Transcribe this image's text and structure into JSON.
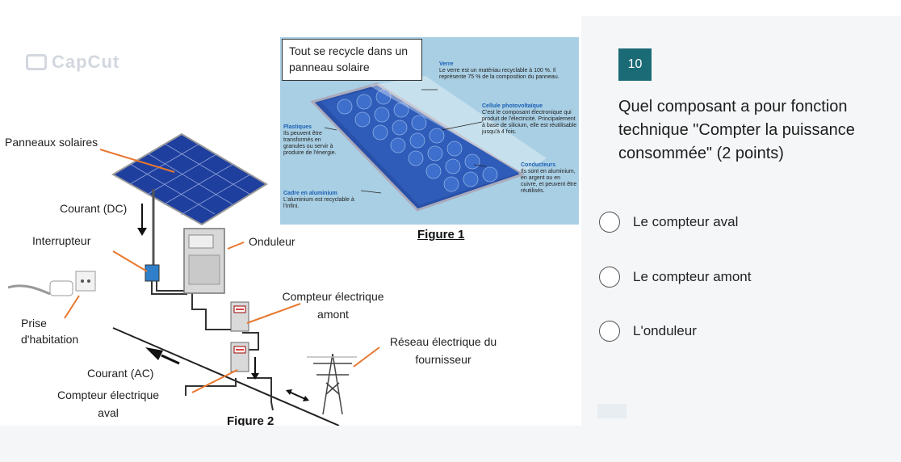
{
  "watermark": "CapCut",
  "figure1": {
    "title": "Tout se recycle dans un panneau solaire",
    "caption": "Figure 1",
    "verre": {
      "title": "Verre",
      "text": "Le verre est un matériau recyclable à 100 %. Il représente 75 % de la composition du panneau."
    },
    "cellule": {
      "title": "Cellule photovoltaïque",
      "text": "C'est le composant électronique qui produit de l'électricité. Principalement à base de silicium, elle est réutilisable jusqu'à 4 fois."
    },
    "plastiques": {
      "title": "Plastiques",
      "text": "Ils peuvent être transformés en granules ou servir à produire de l'énergie."
    },
    "conducteurs": {
      "title": "Conducteurs",
      "text": "Ils sont en aluminium, en argent ou en cuivre, et peuvent être réutilisés."
    },
    "cadre": {
      "title": "Cadre en aluminium",
      "text": "L'aluminium est recyclable à l'infini."
    }
  },
  "figure2": {
    "caption": "Figure 2",
    "labels": {
      "panneaux": "Panneaux solaires",
      "courant_dc": "Courant (DC)",
      "interrupteur": "Interrupteur",
      "onduleur": "Onduleur",
      "prise_line1": "Prise",
      "prise_line2": "d'habitation",
      "compteur_amont_line1": "Compteur électrique",
      "compteur_amont_line2": "amont",
      "reseau_line1": "Réseau électrique du",
      "reseau_line2": "fournisseur",
      "courant_ac": "Courant (AC)",
      "compteur_aval_line1": "Compteur électrique",
      "compteur_aval_line2": "aval"
    }
  },
  "quiz": {
    "number": "10",
    "question": "Quel composant a pour fonction technique \"Compter la puissance consommée\" (2 points)",
    "options": [
      {
        "label": "Le compteur aval"
      },
      {
        "label": "Le compteur amont"
      },
      {
        "label": "L'onduleur"
      }
    ]
  },
  "colors": {
    "accent": "#1b6b76",
    "leader_line": "#e8772e",
    "panel_blue": "#1f3f9e"
  }
}
